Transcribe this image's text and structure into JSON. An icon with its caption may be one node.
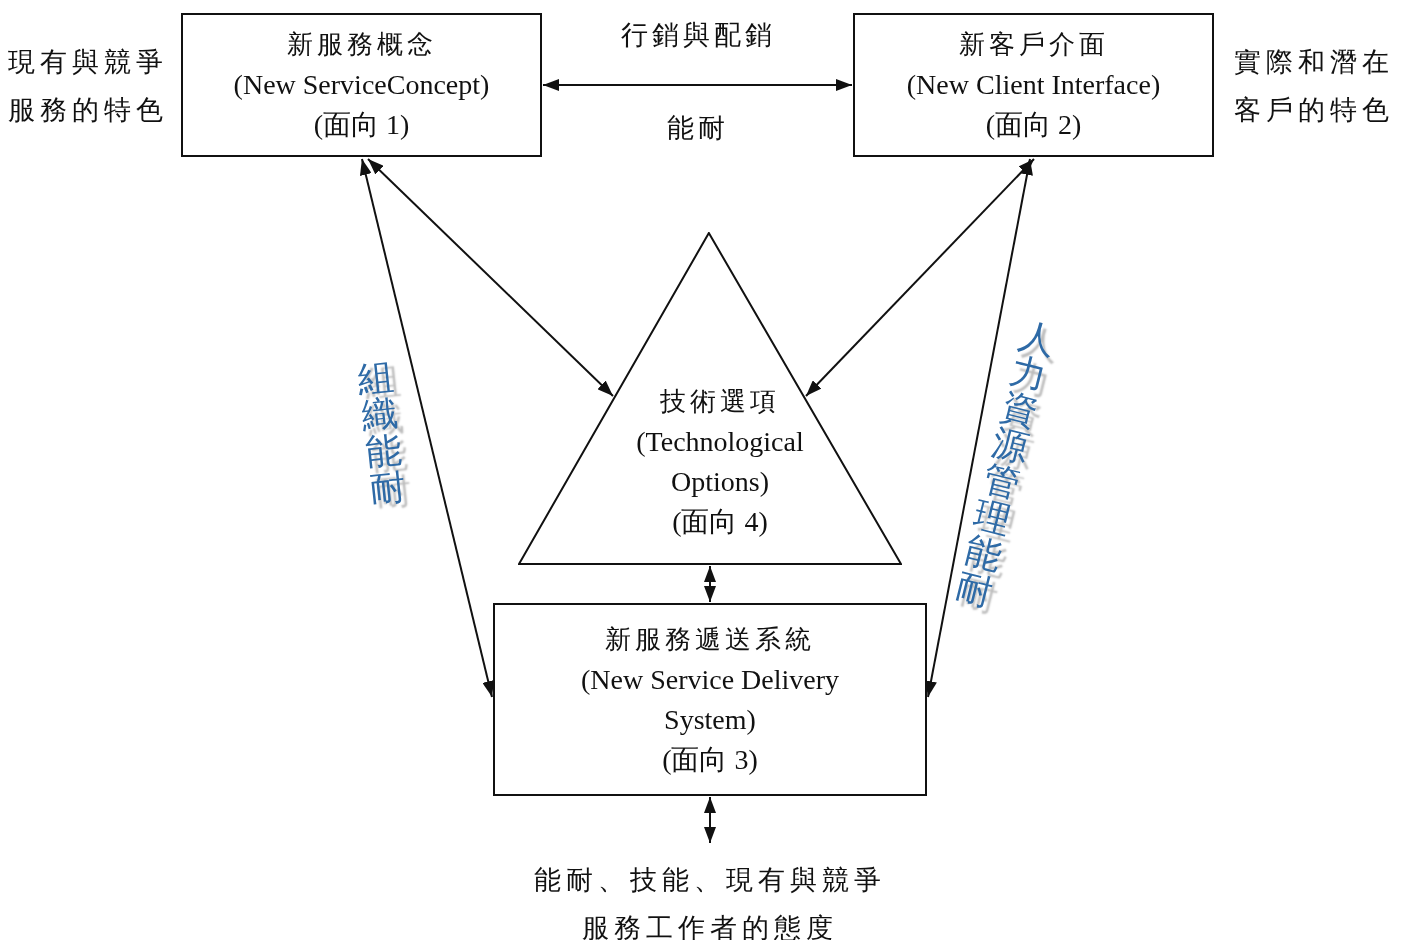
{
  "diagram": {
    "nodes": [
      {
        "text": [
          "新服務概念",
          "(New ServiceConcept)",
          "(面向 1)"
        ],
        "beside": [
          "現有與競爭服務的特色"
        ]
      },
      {
        "text": [
          "新客戶介面",
          "(New Client Interface)",
          "(面向 2)"
        ],
        "beside": [
          "實際和潛在客戶的特色"
        ]
      },
      {
        "text": [
          "技術選項",
          "(Technological Options)",
          "(面向 4)"
        ]
      },
      {
        "text": [
          "新服務遞送系統",
          "(New Service Delivery System)",
          "(面向 3)"
        ]
      },
      {
        "text": [
          "能耐、技能、現有與競爭服務工作者的態度"
        ]
      }
    ],
    "edges": [
      {
        "from": 0,
        "to": 1,
        "arrow": "both",
        "label": "行銷與配銷"
      },
      {
        "from": 0,
        "to": 2,
        "arrow": "both"
      },
      {
        "from": 1,
        "to": 2,
        "arrow": "both"
      },
      {
        "from": 0,
        "to": 3,
        "arrow": "both",
        "label": "組織能耐"
      },
      {
        "from": 1,
        "to": 3,
        "arrow": "both",
        "label": "人力資源管理能耐"
      },
      {
        "from": 2,
        "to": 3,
        "arrow": "both"
      },
      {
        "from": 3,
        "to": 4,
        "arrow": "both"
      }
    ],
    "labels": [
      "能耐"
    ]
  }
}
